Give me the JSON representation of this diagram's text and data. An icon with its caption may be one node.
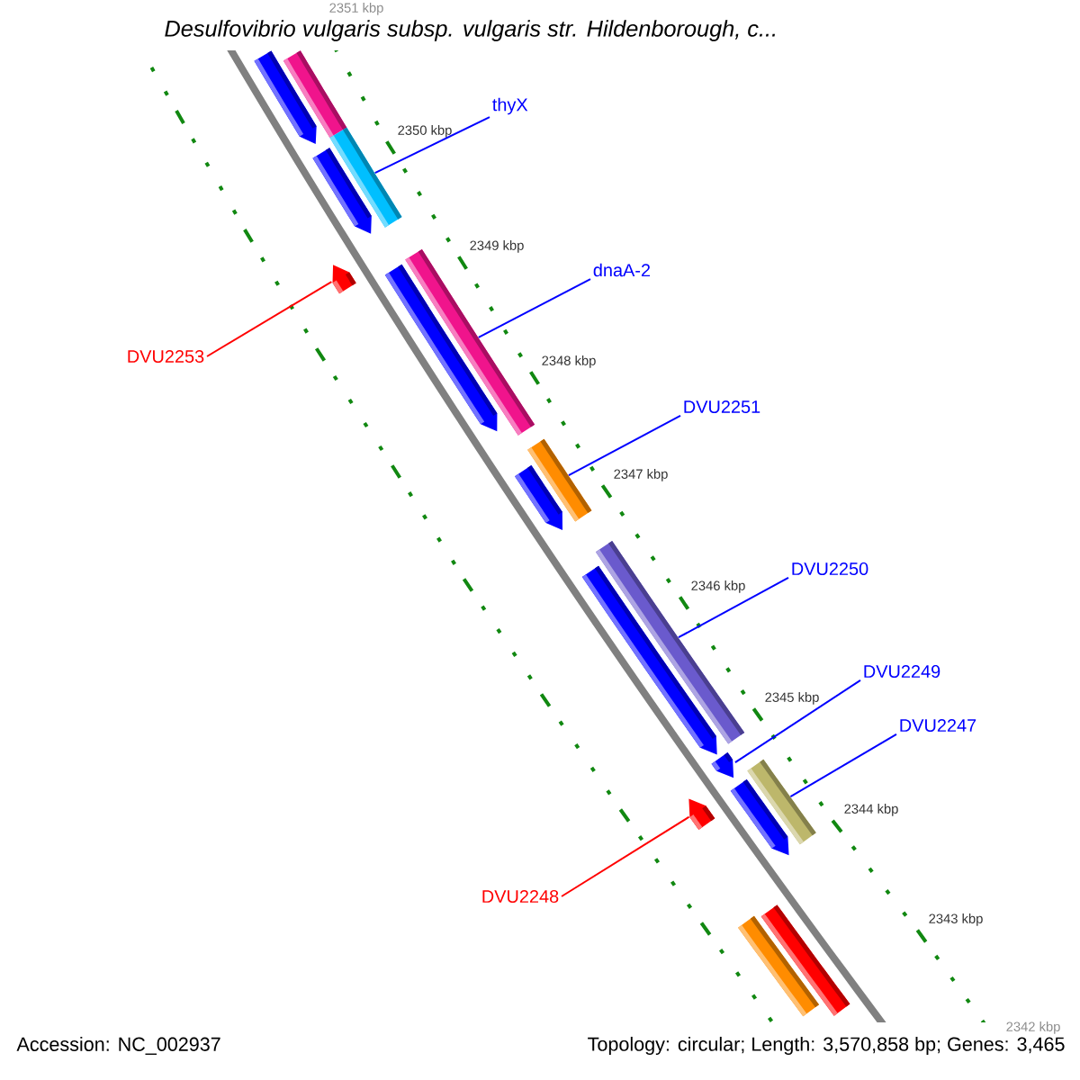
{
  "diagram": {
    "title": "Desulfovibrio vulgaris subsp. vulgaris str. Hildenborough, c...",
    "nodes": [
      {
        "text": [
          "thyX"
        ]
      },
      {
        "text": [
          "dnaA-2"
        ]
      },
      {
        "text": [
          "DVU2253"
        ]
      },
      {
        "text": [
          "DVU2251"
        ]
      },
      {
        "text": [
          "DVU2250"
        ]
      },
      {
        "text": [
          "DVU2249"
        ]
      },
      {
        "text": [
          "DVU2247"
        ]
      },
      {
        "text": [
          "DVU2248"
        ]
      },
      {
        "text": [],
        "shape": "bar"
      },
      {
        "text": [],
        "shape": "bar"
      },
      {
        "text": [],
        "shape": "bar"
      },
      {
        "text": [],
        "shape": "bar"
      },
      {
        "text": [],
        "shape": "bar"
      },
      {
        "text": [],
        "shape": "bar"
      },
      {
        "text": [],
        "shape": "bar"
      },
      {
        "text": [],
        "shape": "bar"
      },
      {
        "text": [],
        "shape": "bar"
      },
      {
        "text": [],
        "shape": "bar"
      },
      {
        "text": [],
        "shape": "bar"
      },
      {
        "text": [],
        "shape": "bar"
      },
      {
        "text": [],
        "shape": "bar"
      },
      {
        "text": [],
        "shape": "bar"
      },
      {
        "text": [],
        "shape": "bar"
      },
      {
        "text": [],
        "shape": "bar"
      },
      {
        "text": [],
        "shape": "bar"
      }
    ],
    "edges": [
      {
        "from": 0,
        "to": 11,
        "arrow": "none"
      },
      {
        "from": 1,
        "to": 14,
        "arrow": "none"
      },
      {
        "from": 2,
        "to": 12,
        "arrow": "none",
        "color": "#ff0000"
      },
      {
        "from": 3,
        "to": 16,
        "arrow": "none"
      },
      {
        "from": 4,
        "to": 18,
        "arrow": "none"
      },
      {
        "from": 5,
        "to": 19,
        "arrow": "none"
      },
      {
        "from": 6,
        "to": 21,
        "arrow": "none"
      },
      {
        "from": 7,
        "to": 20,
        "arrow": "none",
        "color": "#ff0000"
      }
    ],
    "labels": [
      "2351 kbp",
      "2350 kbp",
      "2349 kbp",
      "2348 kbp",
      "2347 kbp",
      "2346 kbp",
      "2345 kbp",
      "2344 kbp",
      "2343 kbp",
      "2342 kbp",
      "Accession: NC_002937",
      "Topology: circular; Length: 3,570,858 bp; Genes: 3,465"
    ]
  }
}
